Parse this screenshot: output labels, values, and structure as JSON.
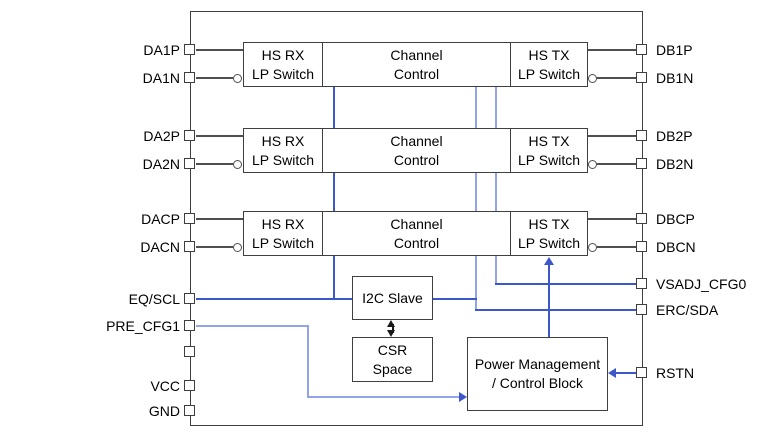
{
  "diagram_type": "ic-functional-block-diagram",
  "colors": {
    "line_blue": "#3c57cc",
    "line_blue_light": "#93a3ea",
    "border_gray": "#3f3f3f",
    "background": "#ffffff"
  },
  "blocks": {
    "hs_rx": {
      "line1": "HS RX",
      "line2": "LP Switch"
    },
    "channel": {
      "line1": "Channel",
      "line2": "Control"
    },
    "hs_tx": {
      "line1": "HS TX",
      "line2": "LP Switch"
    },
    "i2c": {
      "line1": "I2C Slave"
    },
    "csr": {
      "line1": "CSR",
      "line2": "Space"
    },
    "pm": {
      "line1": "Power Management",
      "line2": "/ Control Block"
    }
  },
  "pins": {
    "left": [
      {
        "label": "DA1P"
      },
      {
        "label": "DA1N"
      },
      {
        "label": "DA2P"
      },
      {
        "label": "DA2N"
      },
      {
        "label": "DACP"
      },
      {
        "label": "DACN"
      },
      {
        "label": "EQ/SCL"
      },
      {
        "label": "PRE_CFG1"
      },
      {
        "label": ""
      },
      {
        "label": "VCC"
      },
      {
        "label": "GND"
      }
    ],
    "right": [
      {
        "label": "DB1P"
      },
      {
        "label": "DB1N"
      },
      {
        "label": "DB2P"
      },
      {
        "label": "DB2N"
      },
      {
        "label": "DBCP"
      },
      {
        "label": "DBCN"
      },
      {
        "label": "VSADJ_CFG0"
      },
      {
        "label": "ERC/SDA"
      },
      {
        "label": "RSTN"
      }
    ]
  }
}
